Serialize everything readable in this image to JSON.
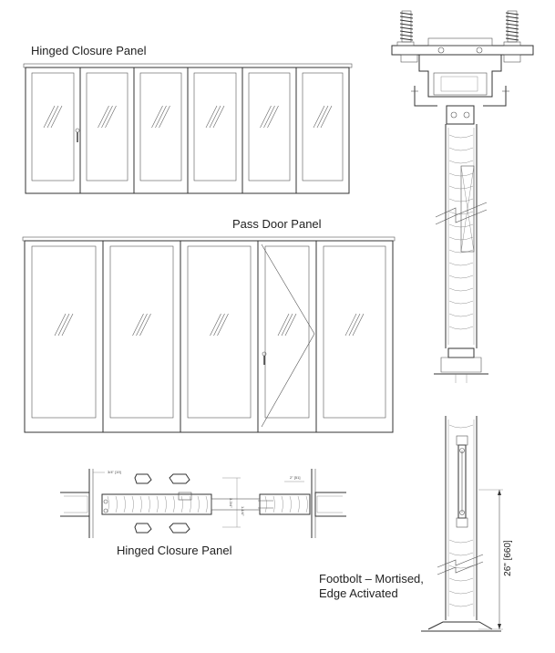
{
  "labels": {
    "hinged_top": "Hinged Closure Panel",
    "pass_door": "Pass Door Panel",
    "hinged_bottom": "Hinged Closure Panel",
    "footbolt": "Footbolt – Mortised,\nEdge Activated"
  },
  "dimensions": {
    "footbolt_height": "26\" [660]",
    "plan_d1": "3/4\" [19]",
    "plan_d2": "2\" [51]",
    "plan_d3": "3-3/4\"",
    "plan_d4": "1-1/4\""
  },
  "colors": {
    "line": "#333333",
    "fine": "#777777",
    "background": "#ffffff"
  }
}
